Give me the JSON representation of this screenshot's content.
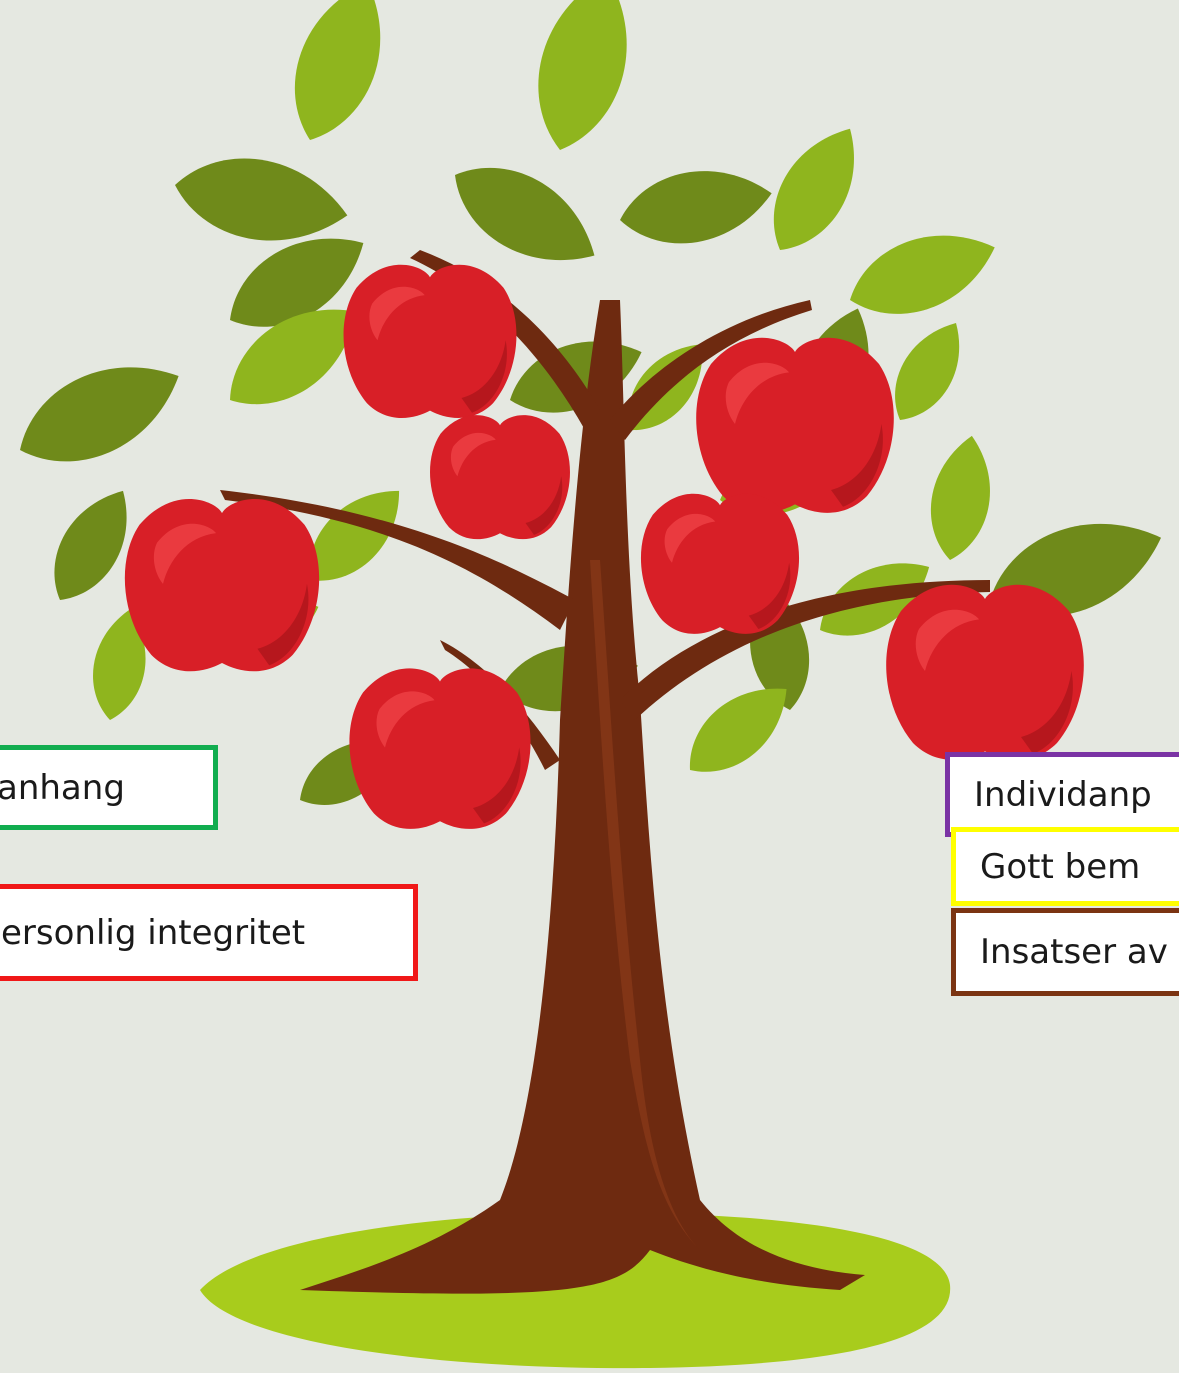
{
  "labels": {
    "personlig_integritet": "ersonlig integritet",
    "sammanhang": "anhang",
    "individanpassning": "Individanp",
    "gott_bemotande": "Gott bem",
    "insatser": "Insatser av"
  },
  "colors": {
    "background": "#e5e8e1",
    "leaf_light": "#8fb51e",
    "leaf_dark": "#6f8a1a",
    "apple": "#d81f27",
    "trunk": "#6e2a10",
    "ground": "#a8cc1c",
    "border_red": "#f01818",
    "border_green": "#11ad4f",
    "border_purple": "#7a33a4",
    "border_yellow": "#ffff00",
    "border_brown": "#7b3412"
  },
  "icons": [
    "apple-tree-illustration",
    "apple-icon",
    "leaf-icon"
  ]
}
